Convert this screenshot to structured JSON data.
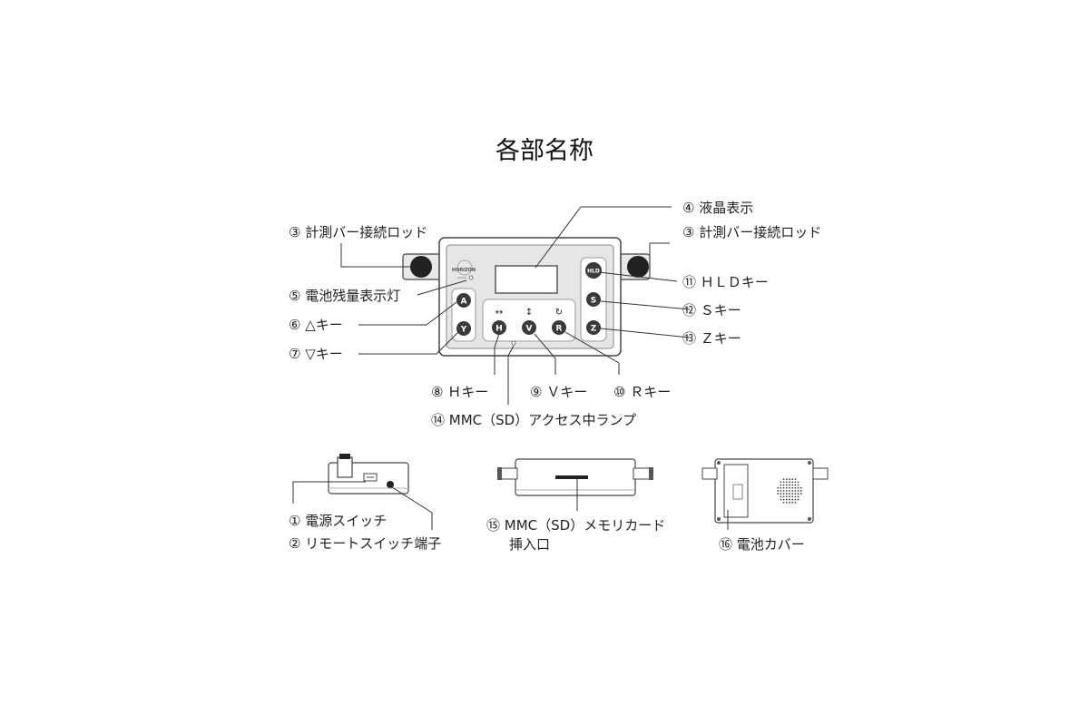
{
  "title": "各部名称",
  "labels": {
    "lcd": "④ 液晶表示",
    "rod_left": "③ 計測バー接続ロッド",
    "rod_right": "③ 計測バー接続ロッド",
    "battery_lamp": "⑤ 電池残量表示灯",
    "up_key": "⑥ △キー",
    "down_key": "⑦ ▽キー",
    "hld_key": "⑪ ＨＬＤキー",
    "s_key": "⑫ Ｓキー",
    "z_key": "⑬ Ｚキー",
    "h_key": "⑧ Ｈキー",
    "v_key": "⑨ Ｖキー",
    "r_key": "⑩ Ｒキー",
    "mmc_lamp": "⑭ MMC（SD）アクセス中ランプ",
    "power_switch": "① 電源スイッチ",
    "remote_terminal": "② リモートスイッチ端子",
    "mmc_slot_line1": "⑮ MMC（SD）メモリカード",
    "mmc_slot_line2": "挿入口",
    "battery_cover": "⑯ 電池カバー"
  },
  "device": {
    "brand": "HORIZON",
    "btn_up": "A",
    "btn_down": "Y",
    "btn_h": "H",
    "btn_v": "V",
    "btn_r": "R",
    "btn_hld": "HLD",
    "btn_s": "S",
    "btn_z": "Z",
    "sym_h": "↔",
    "sym_v": "↕",
    "sym_r": "↻"
  },
  "colors": {
    "button_fill": "#3a3a3a",
    "panel_fill": "#e6e6e6",
    "line": "#333333"
  }
}
